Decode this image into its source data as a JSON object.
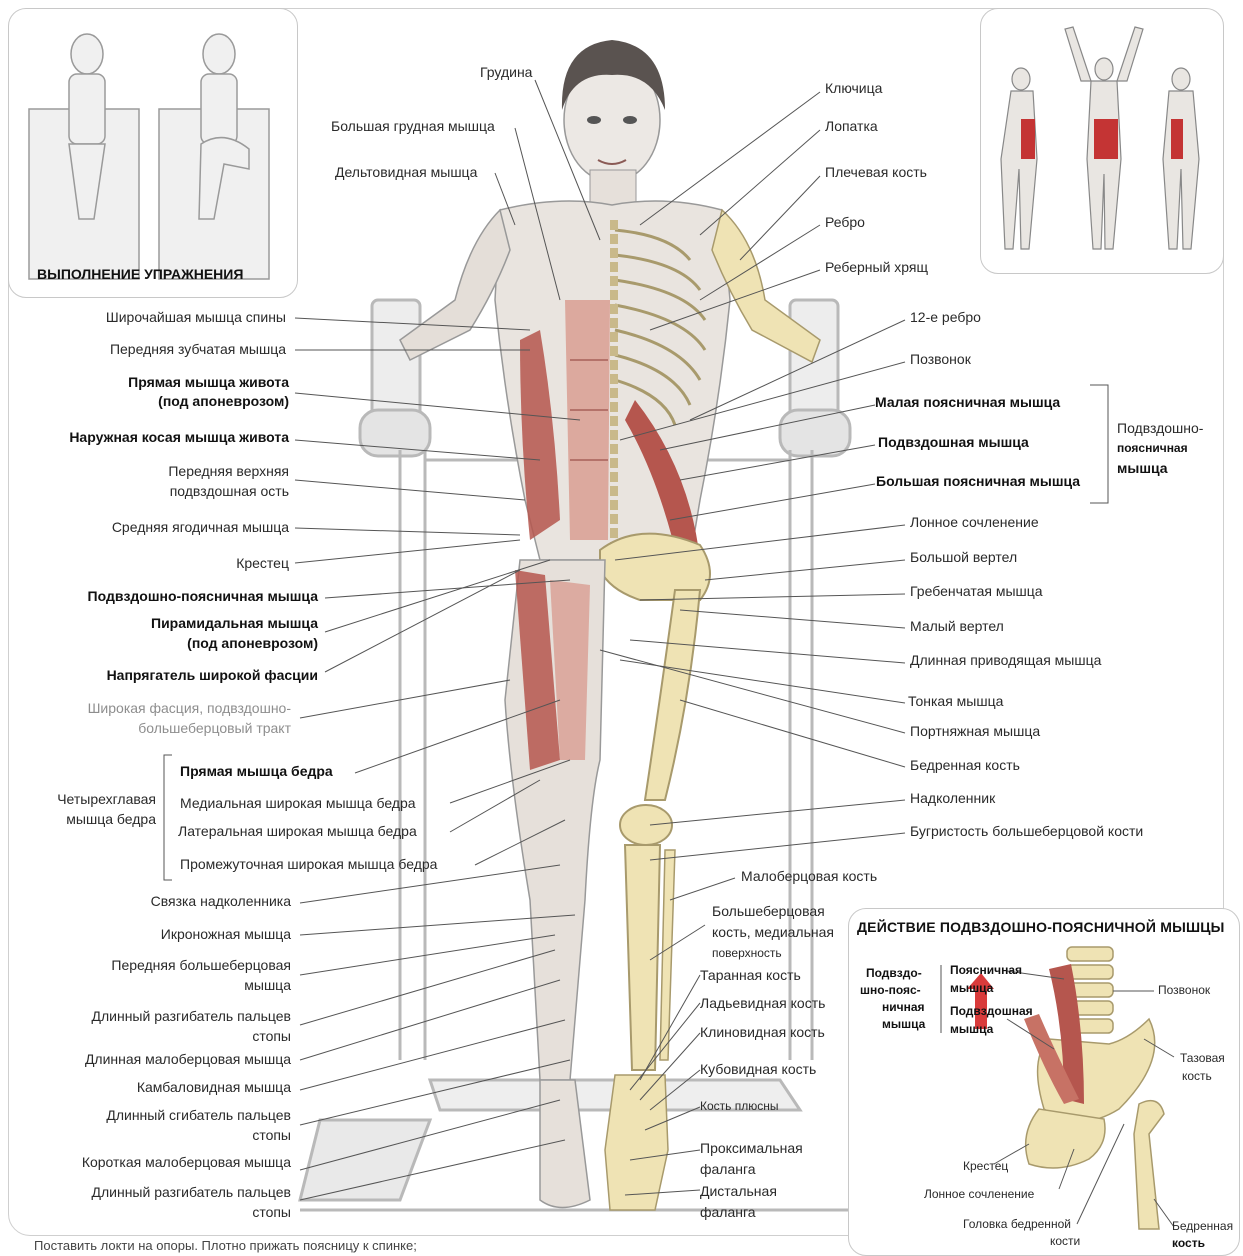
{
  "insets": {
    "exercise_title": "ВЫПОЛНЕНИЕ УПРАЖНЕНИЯ",
    "action_title": "ДЕЙСТВИЕ ПОДВЗДОШНО-ПОЯСНИЧНОЙ МЫШЦЫ"
  },
  "labels_top": {
    "grudina": "Грудина",
    "bolshaya_grudnaya": "Большая грудная мышца",
    "deltovidnaya": "Дельтовидная мышца"
  },
  "labels_left": {
    "shirochaishaya": "Широчайшая мышца спины",
    "zubchataya": "Передняя зубчатая мышца",
    "pryamaya_zhivota_1": "Прямая мышца живота",
    "pryamaya_zhivota_2": "(под апоневрозом)",
    "kosaya_zhivota": "Наружная косая мышца живота",
    "ost_1": "Передняя верхняя",
    "ost_2": "подвздошная ость",
    "yagodichnaya": "Средняя ягодичная мышца",
    "krestets": "Крестец",
    "podvzdoshno_poyasnichnaya": "Подвздошно-поясничная мышца",
    "piramidalnaya_1": "Пирамидальная мышца",
    "piramidalnaya_2": "(под апоневрозом)",
    "napryagatel": "Напрягатель широкой фасции",
    "fasciya_1": "Широкая фасция, подвздошно-",
    "fasciya_2": "большеберцовый тракт",
    "quad_group_1": "Четырехглавая",
    "quad_group_2": "мышца бедра",
    "pryamaya_bedra": "Прямая мышца бедра",
    "medialnaya": "Медиальная широкая мышца бедра",
    "lateralnaya": "Латеральная широкая мышца бедра",
    "promezhutochnaya": "Промежуточная широкая мышца бедра",
    "svyazka": "Связка надколенника",
    "ikronozhnaya": "Икроножная мышца",
    "perednyaya_bb_1": "Передняя большеберцовая",
    "perednyaya_bb_2": "мышца",
    "razgibatel_1": "Длинный разгибатель пальцев",
    "razgibatel_2": "стопы",
    "malobertsovaya_dl": "Длинная малоберцовая мышца",
    "kambalovidnaya": "Камбаловидная мышца",
    "sgibatel_1": "Длинный сгибатель пальцев",
    "sgibatel_2": "стопы",
    "malobertsovaya_kr": "Короткая малоберцовая мышца",
    "razgibatel2_1": "Длинный разгибатель пальцев",
    "razgibatel2_2": "стопы"
  },
  "labels_right": {
    "klyuchitsa": "Ключица",
    "lopatka": "Лопатка",
    "plechevaya": "Плечевая кость",
    "rebro": "Ребро",
    "hryasch": "Реберный хрящ",
    "rebro12": "12-е ребро",
    "pozvonok": "Позвонок",
    "malaya_poyasn": "Малая поясничная мышца",
    "podvzdoshnaya": "Подвздошная мышца",
    "bolshaya_poyasn": "Большая поясничная мышца",
    "group_1": "Подвздошно-",
    "group_2": "поясничная",
    "group_3": "мышца",
    "lonnoe": "Лонное сочленение",
    "bolshoi_vertel": "Большой вертел",
    "grebenchataya": "Гребенчатая мышца",
    "malyi_vertel": "Малый вертел",
    "privodyaschaya": "Длинная приводящая мышца",
    "tonkaya": "Тонкая мышца",
    "portnyazhnaya": "Портняжная мышца",
    "bedrennaya": "Бедренная кость",
    "nadkolennik": "Надколенник",
    "bugristost": "Бугристость большеберцовой кости"
  },
  "labels_lower_mid": {
    "malobertsovaya_kost": "Малоберцовая кость",
    "bb_1": "Большеберцовая",
    "bb_2": "кость, медиальная",
    "bb_3": "поверхность",
    "tarannaya": "Таранная кость",
    "ladevidnaya": "Ладьевидная кость",
    "klinovidnaya": "Клиновидная кость",
    "kubovidnaya": "Кубовидная кость",
    "plyusny": "Кость плюсны",
    "prox_1": "Проксимальная",
    "prox_2": "фаланга",
    "dist_1": "Дистальная",
    "dist_2": "фаланга"
  },
  "action_labels": {
    "main_1": "Подвздо-",
    "main_2": "шно-пояс-",
    "main_3": "ничная",
    "main_4": "мышца",
    "poyasnichnaya_1": "Поясничная",
    "poyasnichnaya_2": "мышца",
    "podvzdoshnaya_1": "Подвздошная",
    "podvzdoshnaya_2": "мышца",
    "pozvonok": "Позвонок",
    "tazovaya_1": "Тазовая",
    "tazovaya_2": "кость",
    "krestets": "Крестец",
    "lonnoe": "Лонное сочленение",
    "golovka_1": "Головка бедренной",
    "golovka_2": "кости",
    "bedrennaya_1": "Бедренная",
    "bedrennaya_2": "кость"
  },
  "footnote": "Поставить локти на опоры. Плотно прижать поясницу к спинке;",
  "colors": {
    "muscle": "#b5564e",
    "muscle_light": "#d89a8d",
    "bone": "#efe3b4",
    "bone_edge": "#a89a6c",
    "skin": "#ece8e4",
    "frame": "#bdbdbd",
    "leader": "#555555"
  }
}
